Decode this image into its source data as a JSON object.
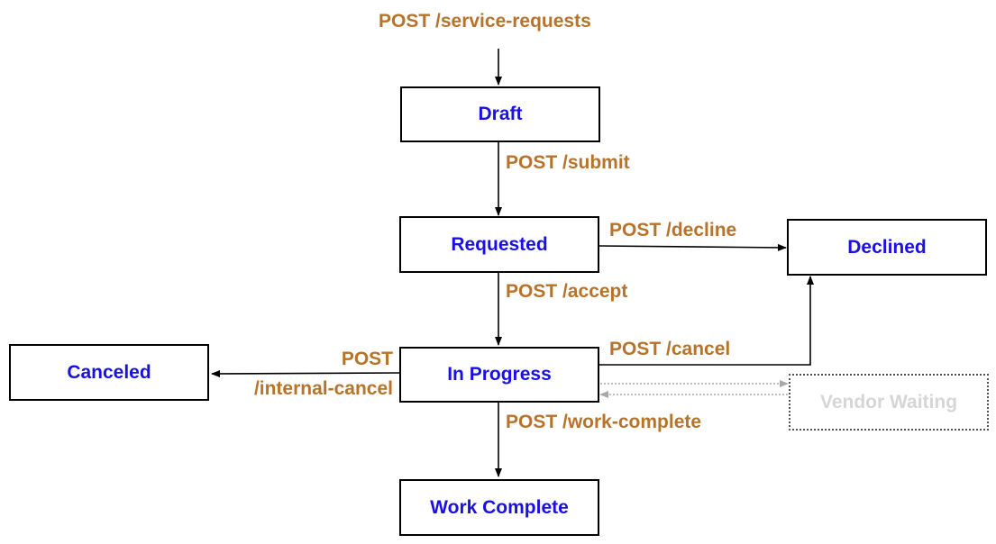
{
  "colors": {
    "state_text": "#1a10e6",
    "transition_text": "#b8732a",
    "inactive_text": "#d6d6d6",
    "line": "#000000",
    "inactive_line": "#a8a8a8"
  },
  "states": {
    "draft": "Draft",
    "requested": "Requested",
    "declined": "Declined",
    "in_progress": "In Progress",
    "canceled": "Canceled",
    "vendor_waiting": "Vendor Waiting",
    "work_complete": "Work Complete"
  },
  "transitions": {
    "create": "POST /service-requests",
    "submit": "POST /submit",
    "decline": "POST /decline",
    "accept": "POST /accept",
    "cancel": "POST /cancel",
    "internal_cancel_line1": "POST",
    "internal_cancel_line2": "/internal-cancel",
    "work_complete": "POST /work-complete"
  }
}
